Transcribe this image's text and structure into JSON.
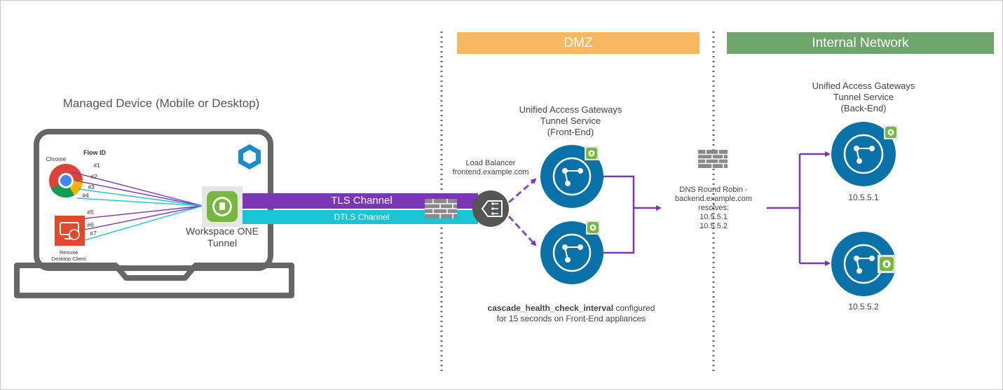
{
  "zones": {
    "dmz": {
      "label": "DMZ",
      "color": "#F6B860"
    },
    "internal": {
      "label": "Internal Network",
      "color": "#6FA46A"
    }
  },
  "device": {
    "title": "Managed Device (Mobile or Desktop)",
    "flow_id_label": "Flow ID",
    "apps": {
      "chrome": "Chrome",
      "rdp_line1": "Remote",
      "rdp_line2": "Desktop Client"
    },
    "flows": [
      "#1",
      "#2",
      "#3",
      "#4",
      "#5",
      "#6",
      "#7"
    ],
    "tunnel_app_line1": "Workspace ONE",
    "tunnel_app_line2": "Tunnel"
  },
  "channels": {
    "tls": "TLS Channel",
    "dtls": "DTLS Channel"
  },
  "load_balancer": {
    "line1": "Load Balancer",
    "line2": "frontend.example.com"
  },
  "front_end": {
    "title_line1": "Unified Access Gateways",
    "title_line2": "Tunnel Service",
    "title_line3": "(Front-End)",
    "note_bold": "cascade_health_check_interval",
    "note_rest": " configured",
    "note_line2": "for 15 seconds on Front-End appliances"
  },
  "dns": {
    "line1": "DNS Round Robin -",
    "line2": "backend.example.com",
    "line3": "resolves:",
    "line4": "10.5.5.1",
    "line5": "10.5.5.2"
  },
  "back_end": {
    "title_line1": "Unified Access Gateways",
    "title_line2": "Tunnel Service",
    "title_line3": "(Back-End)",
    "node1_ip": "10.5.5.1",
    "node2_ip": "10.5.5.2"
  },
  "colors": {
    "tls": "#7C35B5",
    "dtls": "#1BC3D3",
    "node": "#0A72A8",
    "gateway_badge": "#76B83F",
    "firewall": "#8A8A8A"
  }
}
